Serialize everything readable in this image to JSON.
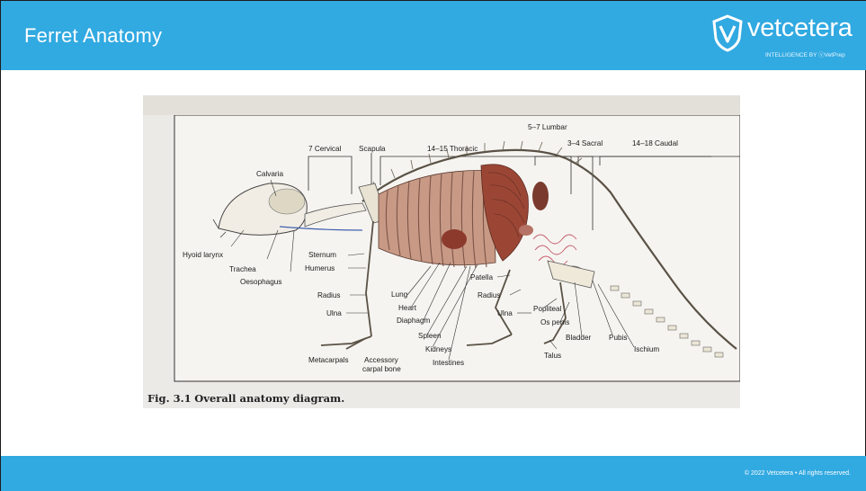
{
  "header": {
    "title": "Ferret Anatomy",
    "logo_text": "vetcetera",
    "logo_subtext": "INTELLIGENCE BY ⓥVetPrep"
  },
  "figure": {
    "caption_number": "Fig. 3.1",
    "caption_text": "Overall anatomy diagram.",
    "labels": {
      "cervical": "7 Cervical",
      "scapula": "Scapula",
      "thoracic": "14–15 Thoracic",
      "lumbar": "5–7 Lumbar",
      "sacral": "3–4 Sacral",
      "caudal": "14–18 Caudal",
      "calvaria": "Calvaria",
      "hyoid_larynx": "Hyoid larynx",
      "trachea": "Trachea",
      "oesophagus": "Oesophagus",
      "sternum": "Sternum",
      "humerus": "Humerus",
      "radius_front": "Radius",
      "ulna_front": "Ulna",
      "metacarpals": "Metacarpals",
      "accessory": "Accessory",
      "carpal_bone": "carpal bone",
      "lung": "Lung",
      "heart": "Heart",
      "diaphragm": "Diaphagm",
      "spleen": "Spleen",
      "kidneys": "Kidneys",
      "intestines": "Intestines",
      "patella": "Patella",
      "radius_hind": "Radius",
      "ulna_hind": "Ulna",
      "popliteal": "Popliteal",
      "os_penis": "Os penis",
      "bladder": "Bladder",
      "pubis": "Pubis",
      "ischium": "Ischium",
      "talus": "Talus"
    }
  },
  "footer": {
    "copyright": "© 2022 Vetcetera  •  All rights reserved."
  },
  "colors": {
    "brand_blue": "#31a9e1",
    "organ_red": "#8c3a2c",
    "figure_bg": "#eceae7"
  }
}
